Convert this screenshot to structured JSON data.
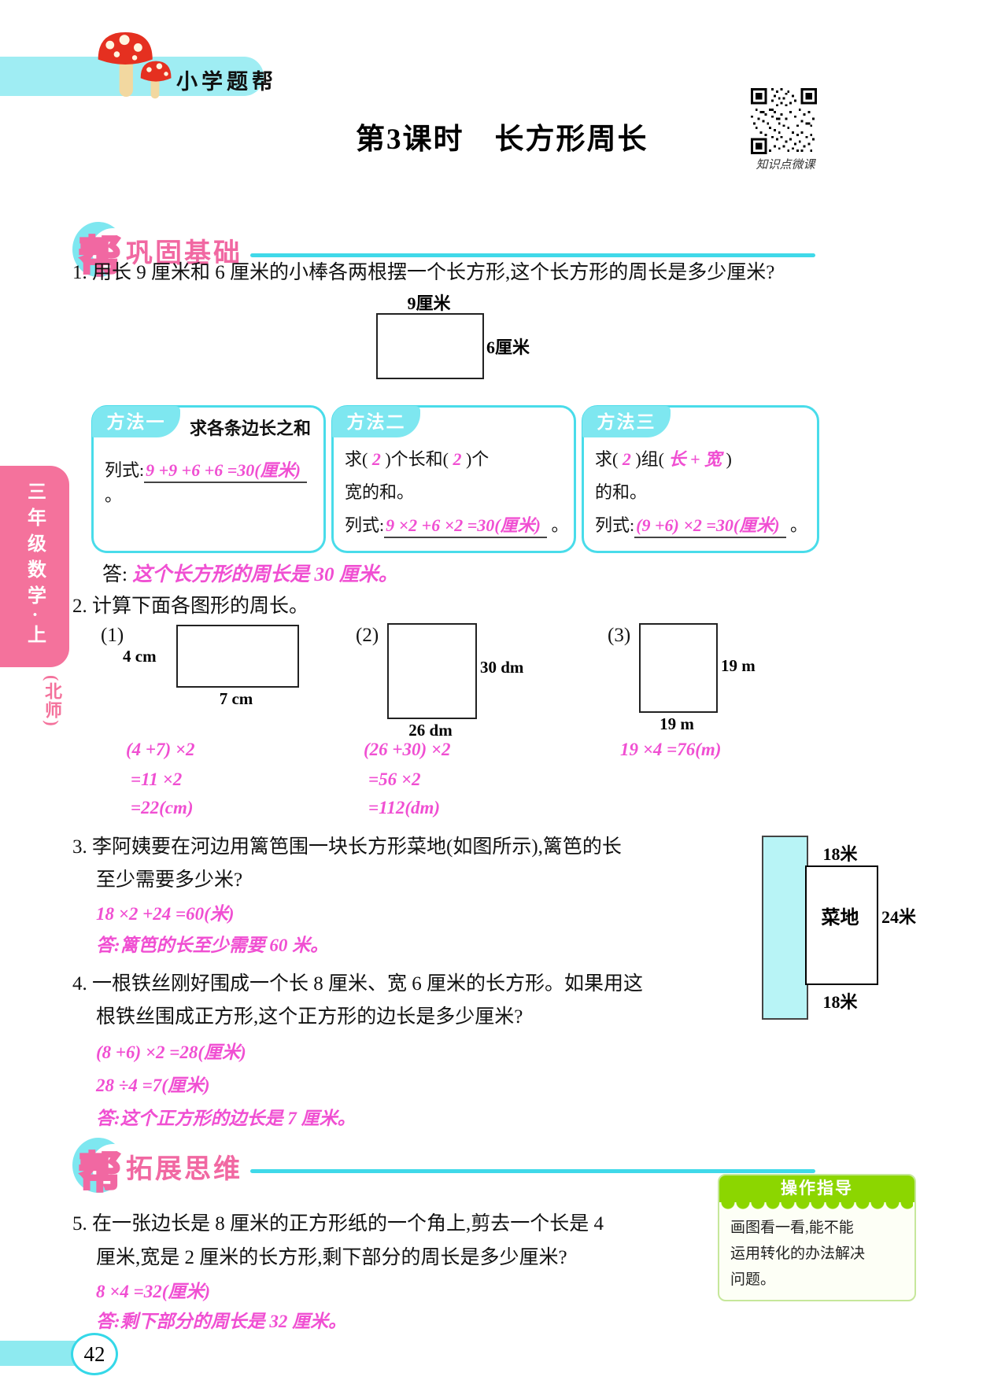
{
  "colors": {
    "cyan": "#40D9E9",
    "cyan_light": "#9FEDF3",
    "pink_header": "#F168A2",
    "magenta_answer": "#F04FD2",
    "tip_green": "#8CD600",
    "sidebar_pink": "#F4729C"
  },
  "header": {
    "brand": "小学题帮",
    "title": "第3课时　长方形周长",
    "qr_caption": "知识点微课"
  },
  "sections": {
    "s1_badge": "帮",
    "s1_label": "巩固基础",
    "s2_badge": "帮",
    "s2_label": "拓展思维"
  },
  "q1": {
    "text": "1. 用长 9 厘米和 6 厘米的小棒各两根摆一个长方形,这个长方形的周长是多少厘米?",
    "fig": {
      "top": "9厘米",
      "right": "6厘米"
    },
    "m1": {
      "tab": "方法一",
      "title": "求各条边长之和",
      "prefix": "列式:",
      "answer": "9 +9 +6 +6 =30(厘米)",
      "period": "。"
    },
    "m2": {
      "tab": "方法二",
      "seg1": "求(",
      "blank1": "2",
      "seg2": ")个长和(",
      "blank2": "2",
      "seg3": ")个",
      "seg4": "宽的和。",
      "prefix": "列式:",
      "answer": "9 ×2 +6 ×2 =30(厘米)",
      "period": "。"
    },
    "m3": {
      "tab": "方法三",
      "seg1": "求(",
      "blank1": "2",
      "seg2": ")组(",
      "blank2": "长 + 宽",
      "seg3": ")",
      "seg4": "的和。",
      "prefix": "列式:",
      "answer": "(9 +6) ×2 =30(厘米)",
      "period": "。"
    },
    "ans_label": "答:",
    "ans": "这个长方形的周长是 30 厘米。"
  },
  "q2": {
    "text": "2. 计算下面各图形的周长。",
    "f1": {
      "label": "(1)",
      "side": "4 cm",
      "bottom": "7 cm"
    },
    "f2": {
      "label": "(2)",
      "side": "30 dm",
      "bottom": "26 dm"
    },
    "f3": {
      "label": "(3)",
      "side": "19 m",
      "bottom": "19 m"
    },
    "w1": [
      "(4 +7) ×2",
      "=11 ×2",
      "=22(cm)"
    ],
    "w2": [
      "(26 +30) ×2",
      "=56 ×2",
      "=112(dm)"
    ],
    "w3": "19 ×4 =76(m)"
  },
  "q3": {
    "line1": "3. 李阿姨要在河边用篱笆围一块长方形菜地(如图所示),篱笆的长",
    "line2": "至少需要多少米?",
    "work": "18 ×2 +24 =60(米)",
    "ans": "答:篱笆的长至少需要 60 米。",
    "fig": {
      "top": "18米",
      "name": "菜地",
      "right": "24米",
      "bottom": "18米"
    }
  },
  "q4": {
    "line1": "4. 一根铁丝刚好围成一个长 8 厘米、宽 6 厘米的长方形。如果用这",
    "line2": "根铁丝围成正方形,这个正方形的边长是多少厘米?",
    "work1": "(8 +6) ×2 =28(厘米)",
    "work2": "28 ÷4 =7(厘米)",
    "ans": "答:这个正方形的边长是 7 厘米。"
  },
  "q5": {
    "line1": "5. 在一张边长是 8 厘米的正方形纸的一个角上,剪去一个长是 4",
    "line2": "厘米,宽是 2 厘米的长方形,剩下部分的周长是多少厘米?",
    "work": "8 ×4 =32(厘米)",
    "ans": "答:剩下部分的周长是 32 厘米。",
    "tip_header": "操作指导",
    "tip1": "画图看一看,能不能",
    "tip2": "运用转化的办法解决",
    "tip3": "问题。"
  },
  "footer": {
    "page": "42"
  },
  "sidebar": {
    "grade": "三年级数学·上",
    "edition": "(北师)"
  }
}
